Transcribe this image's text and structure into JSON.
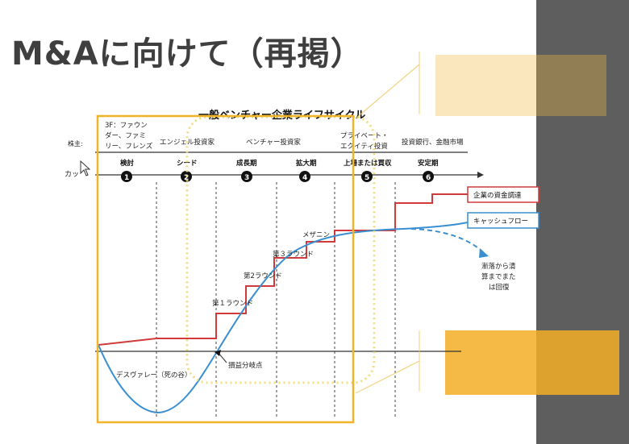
{
  "slide": {
    "title": "M&Aに向けて（再掲）"
  },
  "diagram": {
    "title": "一般ベンチャー企業ライフサイクル",
    "row_label_shareholder": "株主:",
    "row_label_cash": "カッ",
    "investors": [
      {
        "id": "3f",
        "lines": [
          "3F：ファウン",
          "ダー、ファミ",
          "リー、フレンズ"
        ]
      },
      {
        "id": "angel",
        "lines": [
          "エンジェル投資家"
        ]
      },
      {
        "id": "vc",
        "lines": [
          "ベンチャー投資家"
        ]
      },
      {
        "id": "pe",
        "lines": [
          "プライベート・",
          "エクイティ投資"
        ]
      },
      {
        "id": "bank",
        "lines": [
          "投資銀行、金融市場"
        ]
      }
    ],
    "stages": [
      {
        "label": "検討",
        "num": "1"
      },
      {
        "label": "シード",
        "num": "2"
      },
      {
        "label": "成長期",
        "num": "3"
      },
      {
        "label": "拡大期",
        "num": "4"
      },
      {
        "label": "上場または買収",
        "num": "5"
      },
      {
        "label": "安定期",
        "num": "6"
      }
    ],
    "rounds": [
      "第１ラウンド",
      "第2ラウンド",
      "第３ラウンド",
      "メザニン"
    ],
    "legend_funding": "企業の資金調達",
    "legend_cashflow": "キャッシュフロー",
    "recovery_note": [
      "漸落から清",
      "算までまた",
      "は回復"
    ],
    "death_valley": "デスヴァレー（死の谷）",
    "breakeven": "損益分岐点",
    "colors": {
      "funding": "#d03a3a",
      "cashflow": "#3a8fd0",
      "highlight": "#f0b428",
      "title": "#3f3f3f",
      "strip": "#5e5e5e"
    }
  }
}
